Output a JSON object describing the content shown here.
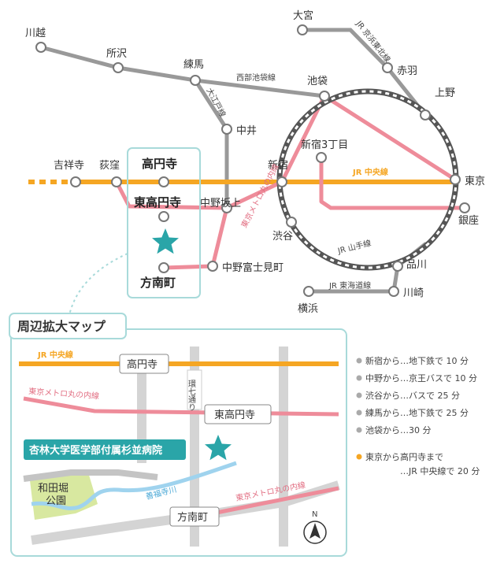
{
  "colors": {
    "gray_line": "#999999",
    "jr_chuo": "#f5a623",
    "marunouchi": "#ee8c9a",
    "yamanote": "#555555",
    "teal": "#2aa5a8",
    "frame": "#a8dada",
    "river": "#9fd3ee",
    "park": "#d8e8a0"
  },
  "stations": {
    "omiya": "大宮",
    "kawagoe": "川越",
    "tokorozawa": "所沢",
    "nerima": "練馬",
    "akabane": "赤羽",
    "ikebukuro": "池袋",
    "ueno": "上野",
    "nakai": "中井",
    "kichijoji": "吉祥寺",
    "ogikubo": "荻窪",
    "koenji": "高円寺",
    "shinjuku": "新宿",
    "shinjuku3": "新宿3丁目",
    "tokyo": "東京",
    "higashikoenji": "東高円寺",
    "nakanosakaue": "中野坂上",
    "ginza": "銀座",
    "shibuya": "渋谷",
    "nakanofujimicho": "中野富士見町",
    "shinagawa": "品川",
    "honancho": "方南町",
    "kawasaki": "川崎",
    "yokohama": "横浜"
  },
  "lines": {
    "seibu_ikebukuro": "西部池袋線",
    "oedo": "大江戸線",
    "jr_keihin": "JR 京浜東北線",
    "jr_chuo": "JR 中央線",
    "marunouchi": "東京メトロ丸の内線",
    "jr_yamanote": "JR 山手線",
    "jr_tokaido": "JR 東海道線"
  },
  "enlarged_map": {
    "title": "周辺拡大マップ",
    "jr_chuo": "JR 中央線",
    "marunouchi_top": "東京メトロ丸の内線",
    "marunouchi_bottom": "東京メトロ丸の内線",
    "station_koenji": "高円寺",
    "station_higashikoenji": "東高円寺",
    "station_honancho": "方南町",
    "road_kannana": "環七通り",
    "hospital": "杏林大学医学部付属杉並病院",
    "river": "善福寺川",
    "park": "和田堀公園",
    "north": "N"
  },
  "legend": [
    {
      "text": "新宿から…地下鉄で 10 分",
      "color": "#aaaaaa"
    },
    {
      "text": "中野から…京王バスで 10 分",
      "color": "#aaaaaa"
    },
    {
      "text": "渋谷から…バスで 25 分",
      "color": "#aaaaaa"
    },
    {
      "text": "練馬から…地下鉄で 25 分",
      "color": "#aaaaaa"
    },
    {
      "text": "池袋から…30 分",
      "color": "#aaaaaa"
    }
  ],
  "legend_note": {
    "line1": "東京から高円寺まで",
    "line2": "…JR 中央線で 20 分",
    "color": "#f5a623"
  }
}
